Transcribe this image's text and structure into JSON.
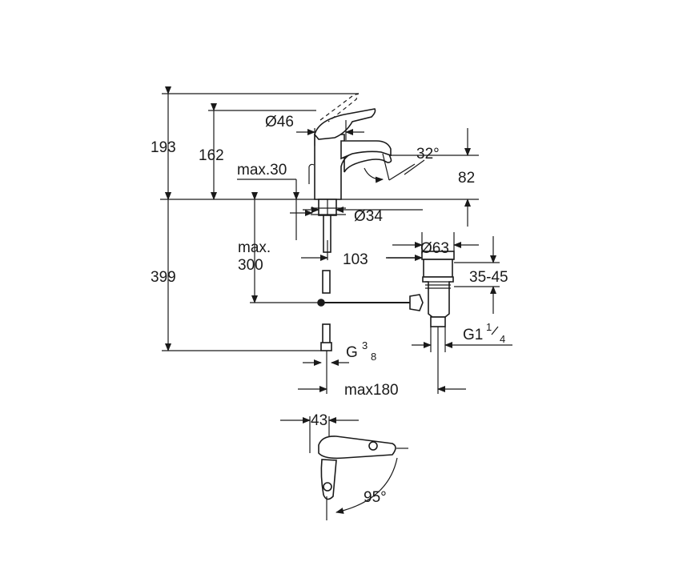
{
  "dimensions": {
    "d193": "193",
    "d162": "162",
    "d46": "Ø46",
    "max30": "max.30",
    "angle32": "32°",
    "d82": "82",
    "d34": "Ø34",
    "max300_line1": "max.",
    "max300_line2": "300",
    "d103": "103",
    "d63": "Ø63",
    "d35_45": "35-45",
    "d399": "399",
    "g1_main": "G1",
    "g1_num": "1",
    "g1_den": "4",
    "g38_main": "G",
    "g38_num": "3",
    "g38_den": "8",
    "max180": "max180",
    "d43": "43",
    "angle95": "95°"
  }
}
